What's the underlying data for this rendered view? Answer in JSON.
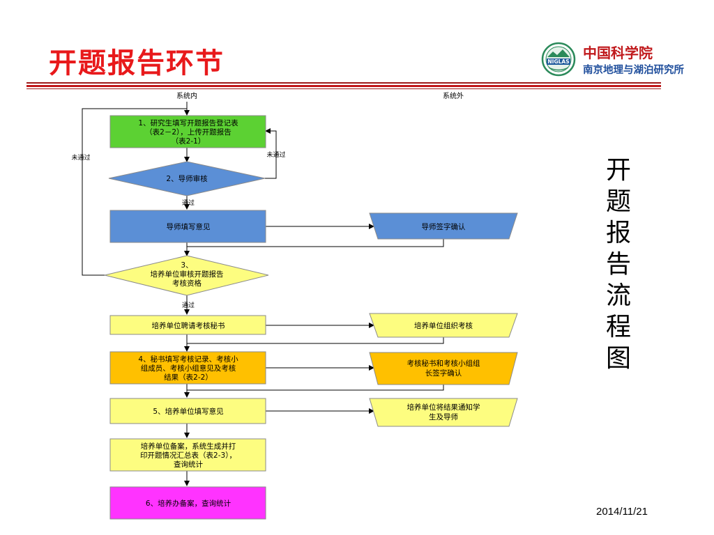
{
  "header": {
    "title": "开题报告环节",
    "logo_text": "NIGLAS",
    "org_cn": "中国科学院",
    "org_name": "南京地理与湖泊研究所"
  },
  "side_title": [
    "开",
    "题",
    "报",
    "告",
    "流",
    "程",
    "图"
  ],
  "footer": {
    "date": "2014/11/21"
  },
  "colors": {
    "title_red": "#e8191b",
    "green": "#5cd133",
    "blue": "#5b8fd6",
    "yellow": "#fdfd80",
    "orange": "#ffc000",
    "magenta": "#ff33ff"
  },
  "diagram": {
    "column_inside": "系统内",
    "column_outside": "系统外",
    "nodes": [
      {
        "id": "n1",
        "lines": [
          "1、研究生填写开题报告登记表",
          "（表2－2），上传开题报告",
          "（表2-1）"
        ]
      },
      {
        "id": "n2",
        "lines": [
          "2、导师审核"
        ]
      },
      {
        "id": "n3",
        "lines": [
          "导师填写意见"
        ]
      },
      {
        "id": "n3b",
        "lines": [
          "导师签字确认"
        ]
      },
      {
        "id": "n4",
        "lines": [
          "3、",
          "培养单位审核开题报告",
          "考核资格"
        ]
      },
      {
        "id": "n5",
        "lines": [
          "培养单位聘请考核秘书"
        ]
      },
      {
        "id": "n5b",
        "lines": [
          "培养单位组织考核"
        ]
      },
      {
        "id": "n6",
        "lines": [
          "4、秘书填写考核记录、考核小",
          "组成员、考核小组意见及考核",
          "结果（表2-2）"
        ]
      },
      {
        "id": "n6b",
        "lines": [
          "考核秘书和考核小组组",
          "长签字确认"
        ]
      },
      {
        "id": "n7",
        "lines": [
          "5、培养单位填写意见"
        ]
      },
      {
        "id": "n7b",
        "lines": [
          "培养单位将结果通知学",
          "生及导师"
        ]
      },
      {
        "id": "n8",
        "lines": [
          "培养单位备案，系统生成并打",
          "印开题情况汇总表（表2-3），",
          "查询统计"
        ]
      },
      {
        "id": "n9",
        "lines": [
          "6、培养办备案，查询统计"
        ]
      }
    ],
    "edge_labels": {
      "fail_right": "未通过",
      "fail_left": "未通过",
      "pass_1": "通过",
      "pass_2": "通过"
    }
  }
}
